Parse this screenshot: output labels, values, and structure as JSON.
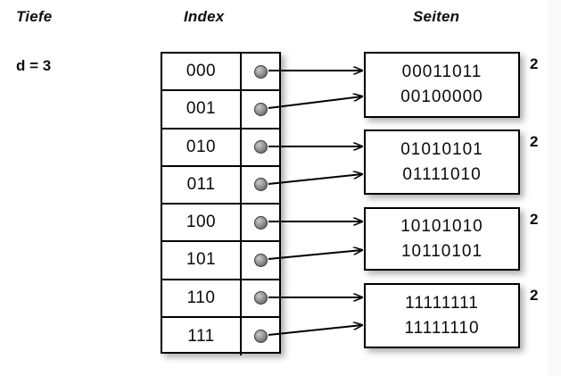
{
  "headings": {
    "depth": "Tiefe",
    "index": "Index",
    "pages": "Seiten"
  },
  "global_depth": {
    "label": "d = 3"
  },
  "index_table": {
    "rows": [
      {
        "key": "000",
        "pointer": "pointer-bullet"
      },
      {
        "key": "001",
        "pointer": "pointer-bullet"
      },
      {
        "key": "010",
        "pointer": "pointer-bullet"
      },
      {
        "key": "011",
        "pointer": "pointer-bullet"
      },
      {
        "key": "100",
        "pointer": "pointer-bullet"
      },
      {
        "key": "101",
        "pointer": "pointer-bullet"
      },
      {
        "key": "110",
        "pointer": "pointer-bullet"
      },
      {
        "key": "111",
        "pointer": "pointer-bullet"
      }
    ]
  },
  "pages": [
    {
      "lines": [
        "00011011",
        "00100000"
      ],
      "local_depth": "2",
      "from_rows": [
        "000",
        "001"
      ]
    },
    {
      "lines": [
        "01010101",
        "01111010"
      ],
      "local_depth": "2",
      "from_rows": [
        "010",
        "011"
      ]
    },
    {
      "lines": [
        "10101010",
        "10110101"
      ],
      "local_depth": "2",
      "from_rows": [
        "100",
        "101"
      ]
    },
    {
      "lines": [
        "11111111",
        "11111110"
      ],
      "local_depth": "2",
      "from_rows": [
        "110",
        "111"
      ]
    }
  ],
  "colors": {
    "background": "#ffffff",
    "stroke": "#000000",
    "text": "#0a0a0a",
    "bullet": "#8a8a8a",
    "shadow": "rgba(0,0,0,0.32)"
  }
}
